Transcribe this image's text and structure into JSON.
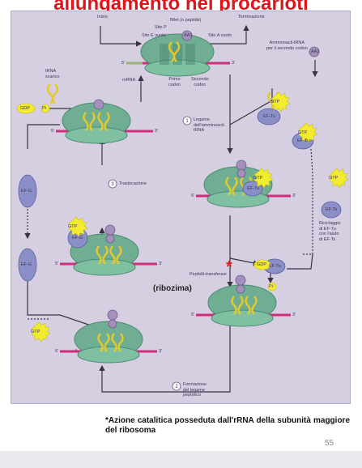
{
  "title": "allungamento nei procarioti",
  "labels": {
    "inizio": "Inizio",
    "terminazione": "Terminazione",
    "fmet": "fMet (o peptide)",
    "sito_p": "Sito P",
    "sito_e": "Sito E vuoto",
    "sito_a": "Sito A vuoto",
    "primo_codon": "Primo\ncodon",
    "secondo_codon": "Secondo\ncodon",
    "mrna": "mRNA",
    "trna_scarico": "tRNA\nscarico",
    "amminoacil": "Amminoacil-tRNA\nper il secondo codon",
    "step1": "Legame\ndell'amminoacil-\ntRNA",
    "step2": "Formazione\ndel legame\npeptidico",
    "step3": "Traslocazione",
    "peptidil": "Peptidil-transferasi",
    "riciclaggio": "Riciclaggio\ndi EF-Tu\ncon l'aiuto\ndi EF-Ts",
    "ribozima": "(ribozima)",
    "star": "*",
    "gtp": "GTP",
    "gdp": "GDP",
    "pi": "Pi",
    "ef_tu": "EF-Tu",
    "ef_ts": "EF-Ts",
    "ef_g": "EF-G",
    "five": "5'",
    "three": "3'",
    "aa1": "AA1",
    "aa2": "AA2"
  },
  "footnote": "*Azione catalitica posseduta dall'rRNA della subunità maggiore del ribosoma",
  "page_number": "55",
  "colors": {
    "title": "#e0141b",
    "panel": "#d6cfe1",
    "ribosome": "#6fae93",
    "mrna": "#cc2e7a",
    "trna": "#e3ca2a",
    "ef": "#8a8fc7",
    "gtp": "#f1ec2d"
  }
}
